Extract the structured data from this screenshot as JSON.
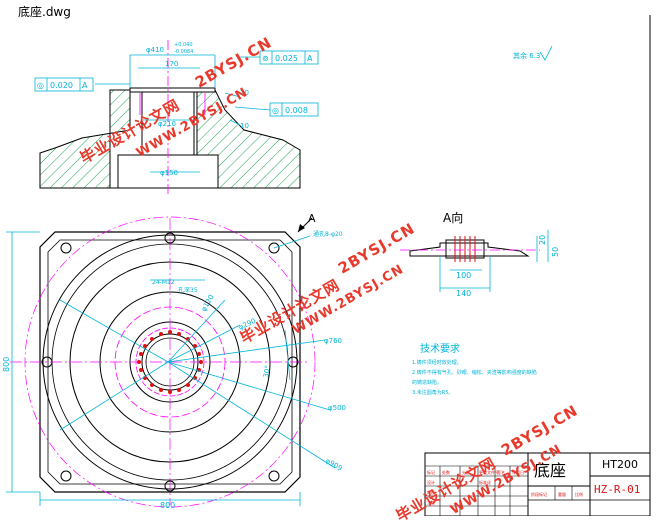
{
  "window": {
    "title": "底座.dwg"
  },
  "front_view": {
    "dim_top": "φ410",
    "tol_upper": "+0.040",
    "tol_lower": "-0.0084",
    "dim_170": "170",
    "dim_210": "φ210",
    "dim_150": "φ150",
    "dim_20": "20",
    "dim_10": "10",
    "fcf_left": {
      "symbol": "◎",
      "value": "0.020",
      "datum": "A"
    },
    "fcf_right_top": {
      "symbol": "⊚",
      "value": "0.025",
      "datum": "A"
    },
    "fcf_right_mid": {
      "symbol": "◎",
      "value": "0.008",
      "datum": ""
    },
    "roughness": "其余 6.3"
  },
  "plan_view": {
    "view_arrow": "A",
    "callout_holes": "通孔8-φ20",
    "callout_small": "24-M12",
    "callout_depth": "孔深35",
    "dim_120": "φ120",
    "dim_290": "φ290",
    "dim_760": "φ760",
    "dim_500": "φ500",
    "dim_909": "φ909",
    "dim_30": "30°",
    "dim_800_h": "800",
    "dim_800_v": "800"
  },
  "a_view": {
    "title": "A向",
    "dim_100": "100",
    "dim_140": "140",
    "dim_20": "20",
    "dim_50": "50"
  },
  "tech_notes": {
    "title": "技术要求",
    "lines": [
      "1.铸件须经时效处理。",
      "2.铸件不得有气孔、砂眼、缩松、夹渣等影响强度的缺陷",
      "  的铸造缺陷。",
      "3.未注圆角为R5。"
    ]
  },
  "title_block": {
    "part_name": "底座",
    "material": "HT200",
    "drawing_no": "HZ-R-01",
    "small_labels": [
      "标记",
      "处数",
      "分区",
      "更改文件号",
      "签名",
      "年月日",
      "设计",
      "标准化",
      "审核",
      "工艺",
      "阶段标记",
      "重量",
      "比例"
    ]
  },
  "watermarks": [
    "2BYSJ.CN",
    "毕业设计论文网",
    "WWW.2BYSJ.CN",
    "2BYSJ.CN",
    "毕业设计论文网",
    "WWW.2BYSJ.CN",
    "2BYSJ.CN",
    "毕业设计论文网",
    "WWW.2BYSJ.CN"
  ],
  "colors": {
    "outline": "#000000",
    "centerline": "#ff00ff",
    "dimension": "#00b4d8",
    "hatch": "#1aa34a",
    "watermark": "#e8392c",
    "accent_red": "#d11"
  }
}
